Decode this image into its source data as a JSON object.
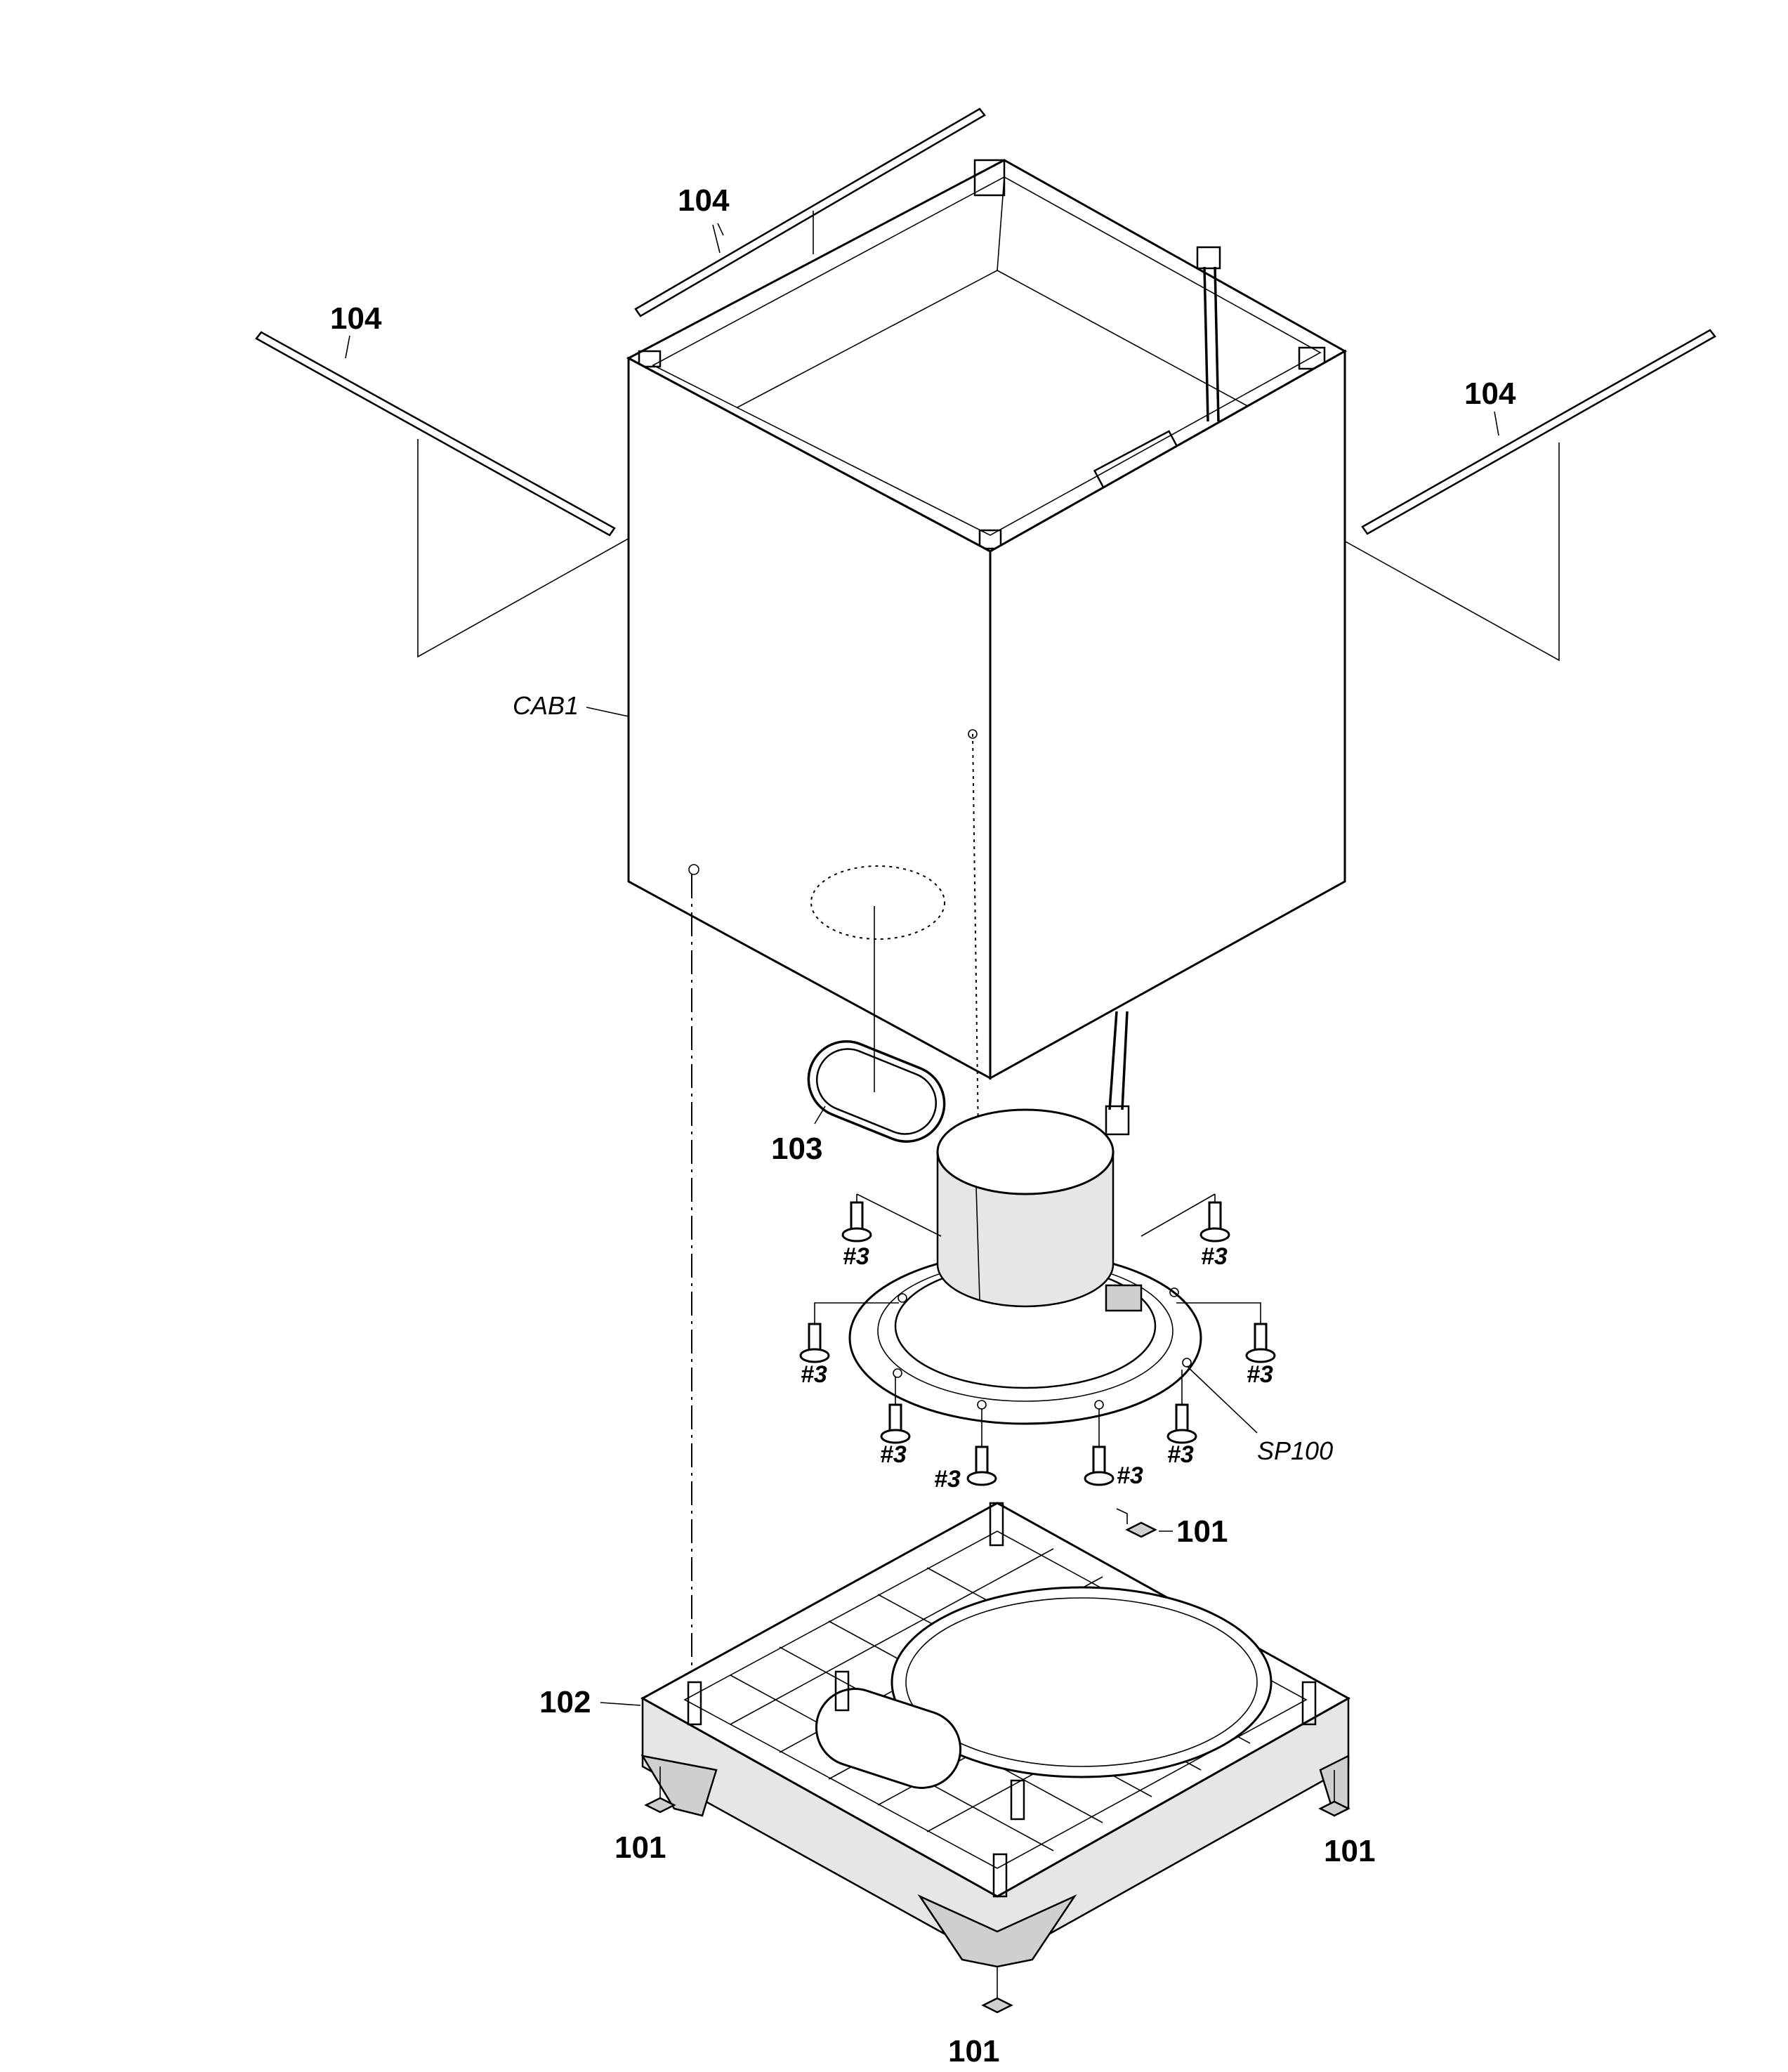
{
  "labels": {
    "strip_top": "104",
    "strip_left": "104",
    "strip_right": "104",
    "cabinet": "CAB1",
    "gasket": "103",
    "speaker": "SP100",
    "base": "102",
    "foot_top_right": "101",
    "foot_left": "101",
    "foot_right": "101",
    "foot_bottom": "101",
    "screw": "#3"
  }
}
